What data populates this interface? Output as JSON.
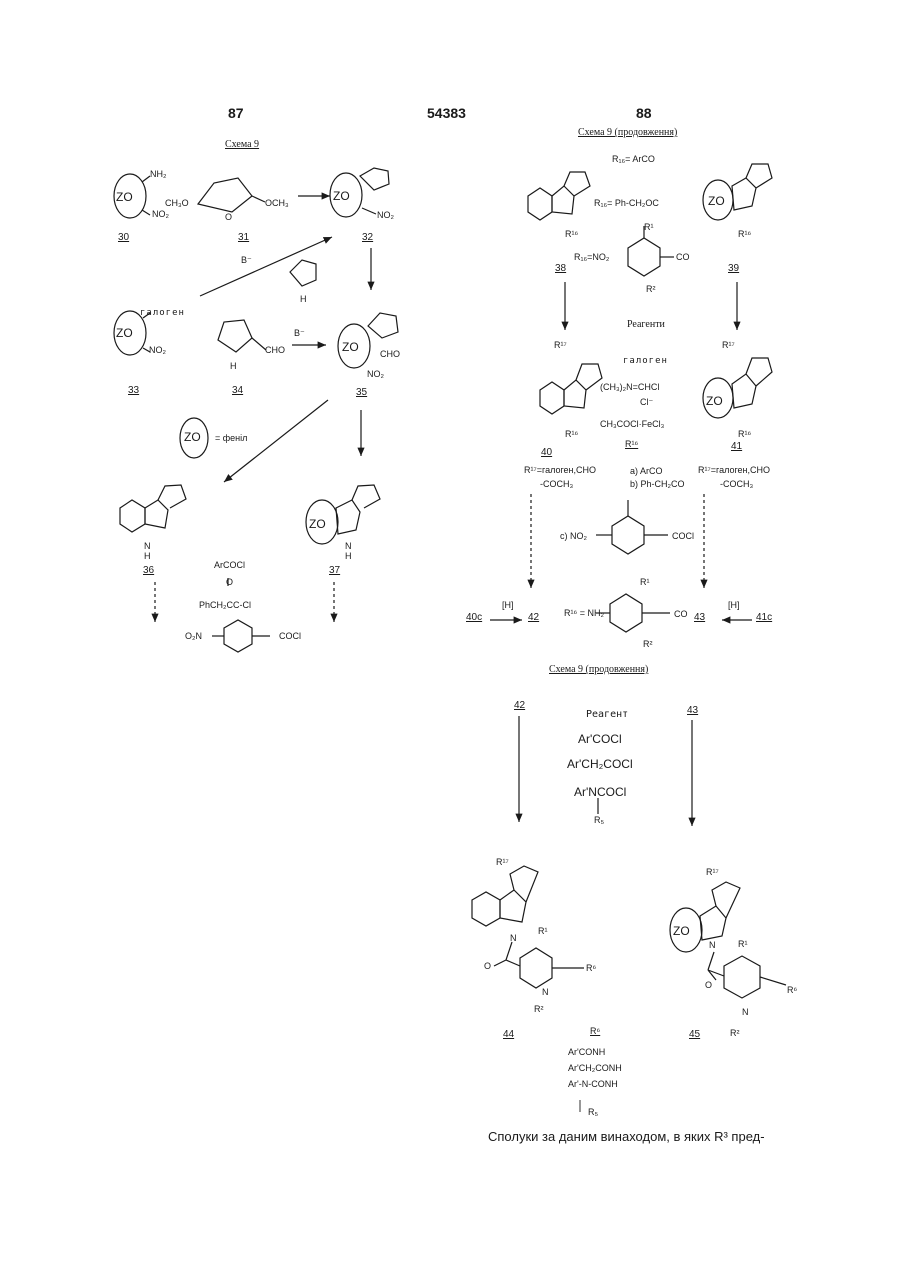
{
  "page": {
    "left_number": "87",
    "center_number": "54383",
    "right_number": "88",
    "footer": "Сполуки за даним винаходом, в яких R³ пред-"
  },
  "left_scheme": {
    "title": "Схема 9",
    "compounds": {
      "c30": "30",
      "c31": "31",
      "c32": "32",
      "c33": "33",
      "c34": "34",
      "c35": "35",
      "c36": "36",
      "c37": "37"
    },
    "labels": {
      "nh2": "NH₂",
      "no2": "NO₂",
      "no2_b": "NO₂",
      "ch3o": "CH₃O",
      "och3": "OCH₃",
      "o": "O",
      "zo": "ZO",
      "galogen": "галоген",
      "b_minus": "B⁻",
      "b_minus_2": "B⁻",
      "h": "H",
      "cho": "CHO",
      "cho_b": "CHO",
      "feniл": "= феніл",
      "nh": "N",
      "h2": "H"
    },
    "reagents": [
      "ArCOCl",
      "PhCH₂CC-Cl",
      "O₂N",
      "COCl"
    ],
    "reagent_o": "O"
  },
  "right_scheme": {
    "title": "Схема 9 (продовження)",
    "r16_a": "R₁₆= ArCO",
    "r16_b": "R₁₆= Ph-CH₂OC",
    "r16_c": "R₁₆=NO₂",
    "r16_label": "R¹⁶",
    "co": "CO",
    "r1": "R¹",
    "r2": "R²",
    "compounds": {
      "c38": "38",
      "c39": "39",
      "c40": "40",
      "c41": "41",
      "c42": "42",
      "c43": "43"
    },
    "reagents_title": "Реагенти",
    "galogen": "галоген",
    "vilsmeier": "(CH₃)₂N=CHCl",
    "cl_minus": "Cl⁻",
    "acetyl": "CH₃COCl·FeCl₃",
    "r17": "R¹⁷",
    "r17_options_left": [
      "R¹⁷=галоген,CHO",
      "-COCH₃"
    ],
    "r17_options_right": [
      "R¹⁷=галоген,CHO",
      "-COCH₃"
    ],
    "r16_options": [
      "a) ArCO",
      "b) Ph-CH₂CO",
      "c) NO₂",
      "COCl"
    ],
    "r16_header": "R¹⁶",
    "reduce_left": "40c",
    "reduce_right": "41c",
    "h_label": "[H]",
    "h_label_2": "[H]",
    "r16_nh2": "R¹⁶ = NH₂",
    "co_b": "CO"
  },
  "bottom_scheme": {
    "title": "Схема 9 (продовження)",
    "compounds": {
      "c42": "42",
      "c43": "43",
      "c44": "44",
      "c45": "45"
    },
    "reagent_title": "Реагент",
    "reagents": [
      "Ar'COCl",
      "Ar'CH₂COCl",
      "Ar'NCOCl",
      "R₅"
    ],
    "r17": "R¹⁷",
    "r17_b": "R¹⁷",
    "r1": "R¹",
    "r1_b": "R¹",
    "r2": "R²",
    "r2_b": "R²",
    "r6": "R⁶",
    "r6_b": "R⁶",
    "n": "N",
    "n_b": "N",
    "zo": "ZO",
    "o": "O",
    "o_b": "O",
    "r6_header": "R⁶",
    "r6_options": [
      "Ar'CONH",
      "Ar'CH₂CONH",
      "Ar'-N-CONH",
      "R₅"
    ]
  }
}
